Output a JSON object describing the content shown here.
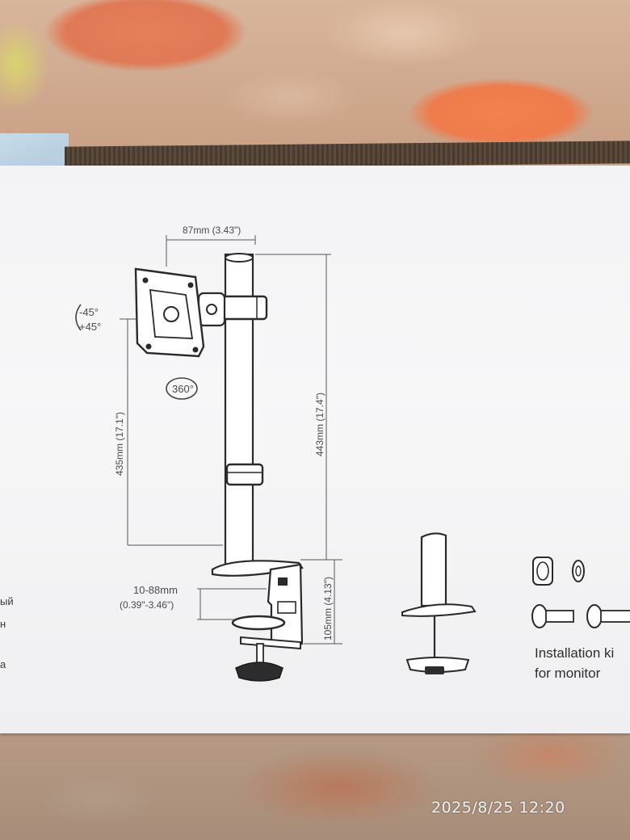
{
  "box_text": {
    "width_dim": "87mm (3.43\")",
    "height_total": "443mm (17.4\")",
    "height_arm": "435mm (17.1\")",
    "clamp_range_mm": "10-88mm",
    "clamp_range_in": "(0.39\"-3.46\")",
    "clamp_height": "105mm (4.13\")",
    "tilt_minus": "-45°",
    "tilt_plus": "+45°",
    "rotation": "360°",
    "kit_line1": "Installation ki",
    "kit_line2": "for monitor",
    "left_cut_1": "ый",
    "left_cut_2": "н",
    "left_cut_3": "а"
  },
  "timestamp": "2025/8/25 12:20",
  "colors": {
    "box_panel": "#f5f5f6",
    "drawing_line": "#2a2a2a",
    "timestamp": "#f2f2f2"
  }
}
